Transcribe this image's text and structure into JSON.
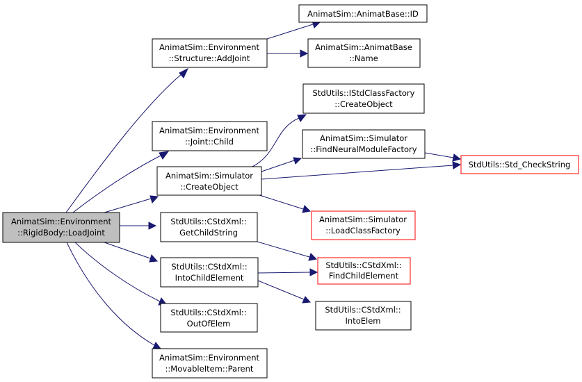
{
  "colors": {
    "edge": "#191970",
    "node_border": "#000000",
    "node_border_unresolved": "#ff0000",
    "root_fill": "#bfbfbf",
    "node_fill": "#ffffff"
  },
  "nodes": {
    "root": {
      "lines": [
        "AnimatSim::Environment",
        "::RigidBody::LoadJoint"
      ]
    },
    "addjoint": {
      "lines": [
        "AnimatSim::Environment",
        "::Structure::AddJoint"
      ]
    },
    "child": {
      "lines": [
        "AnimatSim::Environment",
        "::Joint::Child"
      ]
    },
    "createobj": {
      "lines": [
        "AnimatSim::Simulator",
        "::CreateObject"
      ]
    },
    "getchildstr": {
      "lines": [
        "StdUtils::CStdXml::",
        "GetChildString"
      ]
    },
    "intochild": {
      "lines": [
        "StdUtils::CStdXml::",
        "IntoChildElement"
      ]
    },
    "outofelem": {
      "lines": [
        "StdUtils::CStdXml::",
        "OutOfElem"
      ]
    },
    "parent": {
      "lines": [
        "AnimatSim::Environment",
        "::MovableItem::Parent"
      ]
    },
    "id": {
      "lines": [
        "AnimatSim::AnimatBase::ID"
      ]
    },
    "name": {
      "lines": [
        "AnimatSim::AnimatBase",
        "::Name"
      ]
    },
    "istdfactory": {
      "lines": [
        "StdUtils::IStdClassFactory",
        "::CreateObject"
      ]
    },
    "findneural": {
      "lines": [
        "AnimatSim::Simulator",
        "::FindNeuralModuleFactory"
      ]
    },
    "checkstring": {
      "lines": [
        "StdUtils::Std_CheckString"
      ]
    },
    "loadclass": {
      "lines": [
        "AnimatSim::Simulator",
        "::LoadClassFactory"
      ]
    },
    "findchild": {
      "lines": [
        "StdUtils::CStdXml::",
        "FindChildElement"
      ]
    },
    "intoelem": {
      "lines": [
        "StdUtils::CStdXml::",
        "IntoElem"
      ]
    }
  }
}
